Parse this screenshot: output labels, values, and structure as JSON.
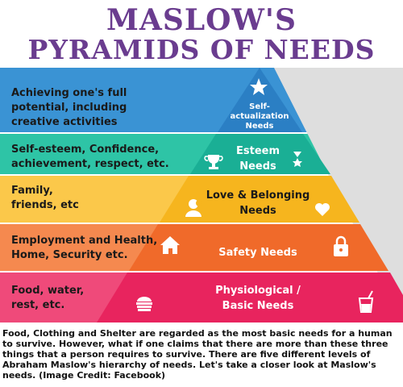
{
  "title": {
    "line1": "MASLOW'S",
    "line2": "PYRAMIDS OF NEEDS"
  },
  "levels": [
    {
      "description": [
        "Achieving one's full",
        "potential, including",
        "creative activities"
      ],
      "pyramid_label": [
        "Self-",
        "actualization",
        "Needs"
      ],
      "icon": "star-icon",
      "color": "#2b7fc4",
      "band_color": "#3a93d4"
    },
    {
      "description": [
        "Self-esteem, Confidence,",
        "achievement, respect, etc."
      ],
      "pyramid_label": [
        "Esteem",
        "Needs"
      ],
      "icon": "trophy-icon",
      "color": "#1aaf95",
      "band_color": "#2ec4a6"
    },
    {
      "description": [
        "Family,",
        "friends, etc"
      ],
      "pyramid_label": [
        "Love & Belonging",
        "Needs"
      ],
      "icon": "heart-icon",
      "color": "#f6b51e",
      "band_color": "#fbc84a"
    },
    {
      "description": [
        "Employment and Health,",
        "Home, Security etc."
      ],
      "pyramid_label": [
        "Safety Needs"
      ],
      "icon": "lock-icon",
      "color": "#f06a2a",
      "band_color": "#f5894f"
    },
    {
      "description": [
        "Food, water,",
        "rest, etc."
      ],
      "pyramid_label": [
        "Physiological /",
        "Basic Needs"
      ],
      "icon": "drink-icon",
      "color": "#e8245e",
      "band_color": "#ef4a7a"
    }
  ],
  "caption": "Food, Clothing and Shelter are regarded as the most basic needs for a human to survive. However, what if one claims that there are more than these three things that a person requires to survive. There are five different levels of  Abraham Maslow's hierarchy of needs. Let's take a closer look at Maslow's needs. (Image Credit: Facebook)"
}
